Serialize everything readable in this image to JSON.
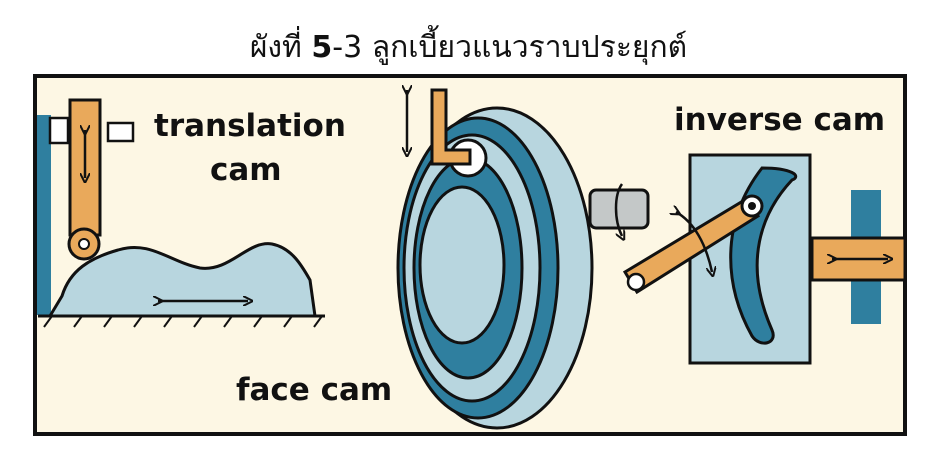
{
  "title": {
    "prefix": "ผังที่ ",
    "number": "5",
    "rest": "-3 ลูกเบี้ยวแนวราบประยุกต์"
  },
  "labels": {
    "translation_line1": "translation",
    "translation_line2": "cam",
    "face_cam": "face cam",
    "inverse_cam": "inverse cam"
  },
  "colors": {
    "background": "#fdf7e4",
    "cam_blue": "#b8d6df",
    "dark_blue": "#2f7f9f",
    "orange": "#e9a95b",
    "gray": "#c4c8c8",
    "outline": "#111111"
  }
}
